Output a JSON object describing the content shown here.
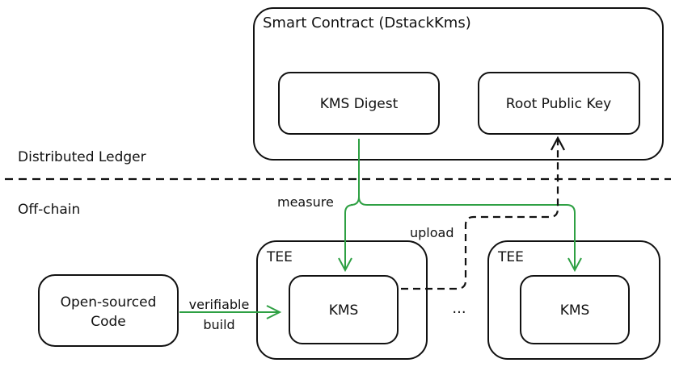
{
  "ledger": {
    "label": "Distributed Ledger",
    "contract_title": "Smart Contract (DstackKms)",
    "kms_digest": "KMS Digest",
    "root_public_key": "Root Public Key"
  },
  "offchain": {
    "label": "Off-chain",
    "source_line1": "Open-sourced",
    "source_line2": "Code",
    "build_label_line1": "verifiable",
    "build_label_line2": "build",
    "measure_label": "measure",
    "upload_label": "upload",
    "tee1_title": "TEE",
    "tee1_kms": "KMS",
    "ellipsis": "...",
    "tee2_title": "TEE",
    "tee2_kms": "KMS"
  },
  "colors": {
    "measure_arrow": "#2ea043",
    "upload_arrow": "#111111"
  }
}
